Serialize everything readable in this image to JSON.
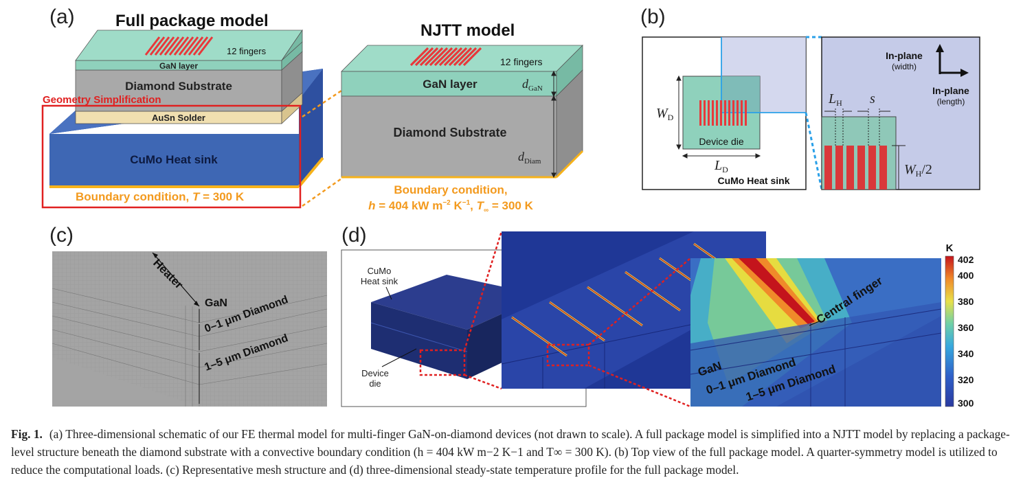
{
  "panel_a": {
    "label": "(a)",
    "full_title": "Full package model",
    "njtt_title": "NJTT model",
    "fingers_full": "12 fingers",
    "fingers_njtt": "12 fingers",
    "gan_full": "GaN layer",
    "gan_njtt": "GaN layer",
    "diamond_full": "Diamond Substrate",
    "diamond_njtt": "Diamond Substrate",
    "solder": "AuSn Solder",
    "heatsink": "CuMo Heat sink",
    "simplification": "Geometry Simplification",
    "bc_full_prefix": "Boundary condition, ",
    "bc_full_var": "T",
    "bc_full_suffix": " = 300 K",
    "bc_njtt_line1": "Boundary condition,",
    "bc_njtt_h": "h",
    "bc_njtt_mid": " = 404 kW m",
    "bc_njtt_exp1": "−2",
    "bc_njtt_k": " K",
    "bc_njtt_exp2": "−1",
    "bc_njtt_comma": ", ",
    "bc_njtt_t": "T",
    "bc_njtt_inf": "∞",
    "bc_njtt_end": " = 300 K",
    "d_gan_main": "d",
    "d_gan_sub": "GaN",
    "d_diam_main": "d",
    "d_diam_sub": "Diam"
  },
  "panel_b": {
    "label": "(b)",
    "wd_main": "W",
    "wd_sub": "D",
    "ld_main": "L",
    "ld_sub": "D",
    "device_die": "Device die",
    "heatsink": "CuMo Heat sink",
    "inplane_width_1": "In-plane",
    "inplane_width_2": "(width)",
    "inplane_length_1": "In-plane",
    "inplane_length_2": "(length)",
    "lh_main": "L",
    "lh_sub": "H",
    "s_label": "s",
    "wh_main": "W",
    "wh_sub": "H",
    "wh_tail": "/2"
  },
  "panel_c": {
    "label": "(c)",
    "heater": "Heater",
    "gan": "GaN",
    "diamond_01": "0–1 μm Diamond",
    "diamond_15": "1–5 μm Diamond"
  },
  "panel_d": {
    "label": "(d)",
    "heatsink_1": "CuMo",
    "heatsink_2": "Heat sink",
    "die_1": "Device",
    "die_2": "die",
    "central_finger": "Central finger",
    "gan": "GaN",
    "diamond_01": "0–1 μm Diamond",
    "diamond_15": "1–5 μm Diamond",
    "colorbar_unit": "K",
    "colorbar_ticks": [
      "402",
      "400",
      "380",
      "360",
      "340",
      "320",
      "300"
    ]
  },
  "caption": {
    "fig_label": "Fig. 1.",
    "text": "(a) Three-dimensional schematic of our FE thermal model for multi-finger GaN-on-diamond devices (not drawn to scale). A full package model is simplified into a NJTT model by replacing a package-level structure beneath the diamond substrate with a convective boundary condition (h = 404 kW m−2 K−1 and T∞ = 300 K). (b) Top view of the full package model. A quarter-symmetry model is utilized to reduce the computational loads. (c) Representative mesh structure and (d) three-dimensional steady-state temperature profile for the full package model."
  },
  "colors": {
    "gan": "#8fd1bc",
    "diamond": "#a8a8a8",
    "solder": "#f0dfb0",
    "heatsink": "#3e67b4",
    "finger_red": "#e8383a",
    "boundary_orange": "#f39a1e",
    "highlight_red": "#e02020",
    "blue_link": "#2aa0e8"
  }
}
